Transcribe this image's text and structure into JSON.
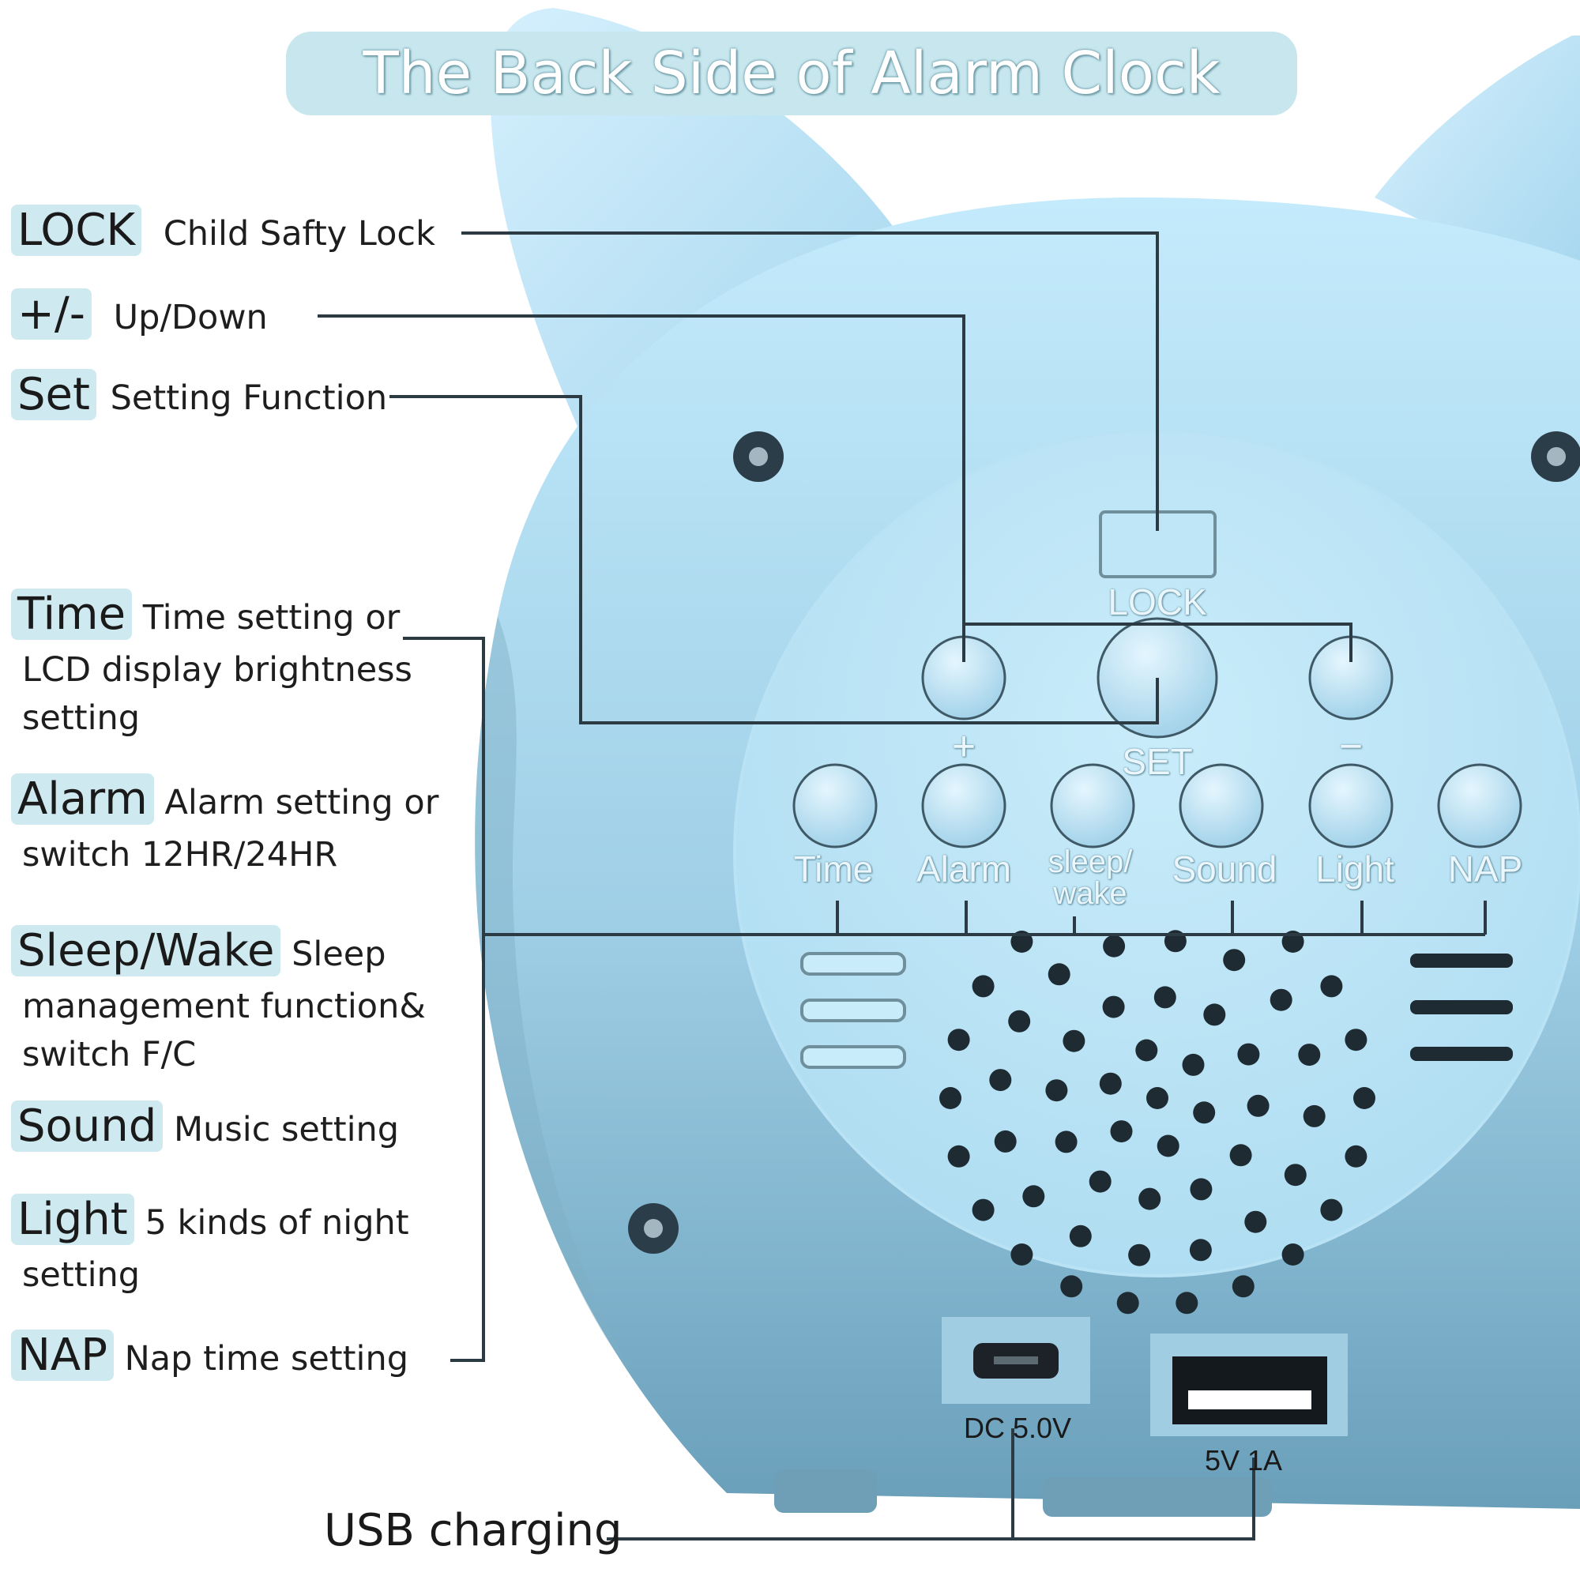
{
  "title": "The Back Side of Alarm Clock",
  "legend": [
    {
      "key": "LOCK",
      "desc": "Child Safty Lock",
      "desc2": ""
    },
    {
      "key": "+/-",
      "desc": "Up/Down",
      "desc2": ""
    },
    {
      "key": "Set",
      "desc": "Setting Function",
      "desc2": ""
    },
    {
      "key": "Time",
      "desc": "Time setting or",
      "desc2": "LCD display brightness",
      "desc3": "setting"
    },
    {
      "key": "Alarm",
      "desc": "Alarm setting or",
      "desc2": "switch 12HR/24HR"
    },
    {
      "key": "Sleep/Wake",
      "desc": "Sleep",
      "desc2": "management function&",
      "desc3": "switch F/C"
    },
    {
      "key": "Sound",
      "desc": "Music setting",
      "desc2": ""
    },
    {
      "key": "Light",
      "desc": "5 kinds of night",
      "desc2": "setting"
    },
    {
      "key": "NAP",
      "desc": "Nap time setting",
      "desc2": ""
    }
  ],
  "device": {
    "lock_label": "LOCK",
    "plus_label": "+",
    "set_label": "SET",
    "minus_label": "−",
    "buttons": [
      "Time",
      "Alarm",
      "sleep/",
      "Sound",
      "Light",
      "NAP"
    ],
    "sleep_second_line": "wake",
    "dc_label": "DC 5.0V",
    "usb_label": "5V 1A"
  },
  "usb_charging": "USB charging",
  "colors": {
    "banner": "#c7e6ee",
    "body_top": "#bde6fb",
    "body_bottom": "#6fa6c0",
    "line": "#2c3a44"
  }
}
